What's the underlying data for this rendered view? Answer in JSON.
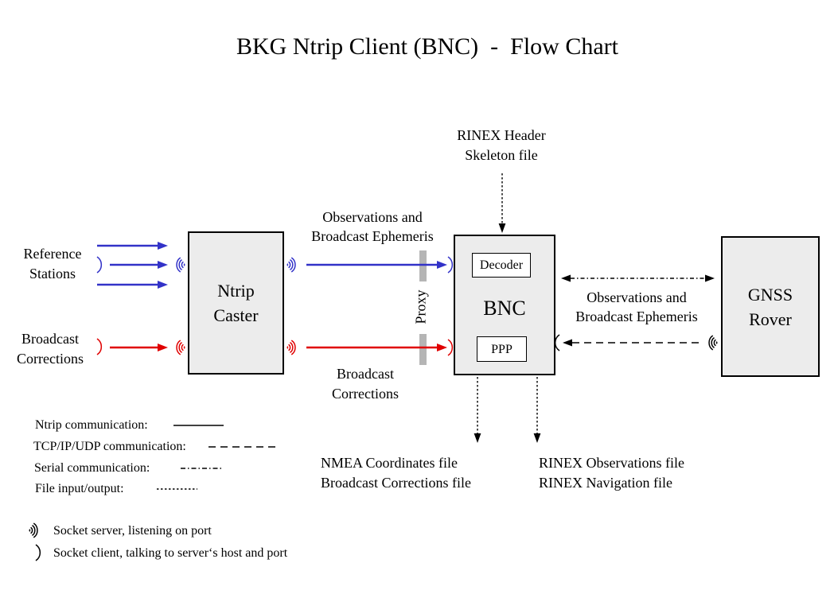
{
  "title": "BKG Ntrip Client (BNC)  -  Flow Chart",
  "colors": {
    "blue": "#3232c8",
    "red": "#e00000",
    "black": "#000000",
    "box_fill": "#ececec",
    "proxy_bar": "#b5b5b5"
  },
  "nodes": {
    "ntrip_caster": {
      "lines": [
        "Ntrip",
        "Caster"
      ]
    },
    "bnc": {
      "label": "BNC",
      "decoder_label": "Decoder",
      "ppp_label": "PPP"
    },
    "gnss_rover": {
      "lines": [
        "GNSS",
        "Rover"
      ]
    }
  },
  "labels": {
    "rinex_header": {
      "lines": [
        "RINEX Header",
        "Skeleton file"
      ]
    },
    "reference_stations": {
      "lines": [
        "Reference",
        "Stations"
      ]
    },
    "broadcast_corrections_input": {
      "lines": [
        "Broadcast",
        "Corrections"
      ]
    },
    "observations_to_bnc": {
      "lines": [
        "Observations and",
        "Broadcast Ephemeris"
      ]
    },
    "proxy": "Proxy",
    "corrections_to_bnc": {
      "lines": [
        "Broadcast",
        "Corrections"
      ]
    },
    "observations_rover": {
      "lines": [
        "Observations and",
        "Broadcast Ephemeris"
      ]
    },
    "nmea_output": {
      "lines": [
        "NMEA Coordinates file",
        "Broadcast Corrections file"
      ]
    },
    "rinex_output": {
      "lines": [
        "RINEX Observations file",
        "RINEX Navigation file"
      ]
    }
  },
  "legend": {
    "ntrip": "Ntrip communication:",
    "tcp": "TCP/IP/UDP communication:",
    "serial": "Serial communication:",
    "file": "File input/output:"
  },
  "socket_legend": {
    "server": "Socket server, listening on port",
    "client": "Socket client, talking to server‘s host and port"
  },
  "icons": {
    "socket_server": "three concentric arcs (radio waves)",
    "socket_client": "single arc"
  }
}
